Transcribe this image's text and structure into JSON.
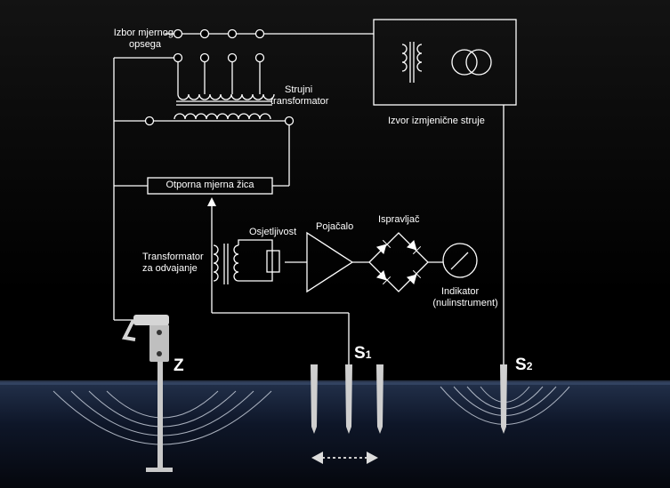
{
  "labels": {
    "range_select": [
      "Izbor mjernog",
      "opsega"
    ],
    "current_transformer": [
      "Strujni",
      "transformator"
    ],
    "ac_source": "Izvor izmjenične struje",
    "resistance_wire": "Otporna mjerna žica",
    "sensitivity": "Osjetljivost",
    "amplifier": "Pojačalo",
    "rectifier": "Ispravljač",
    "decoupling_transformer": [
      "Transformator",
      "za odvajanje"
    ],
    "indicator": [
      "Indikator",
      "(nulinstrument)"
    ]
  },
  "electrodes": {
    "earth": "Z",
    "probe_1": {
      "letter": "S",
      "index": "1"
    },
    "probe_2": {
      "letter": "S",
      "index": "2"
    }
  },
  "colors": {
    "background": "#000000",
    "line": "#ffffff",
    "ground": "#101a2e",
    "arrow": "#bbbbbb"
  }
}
